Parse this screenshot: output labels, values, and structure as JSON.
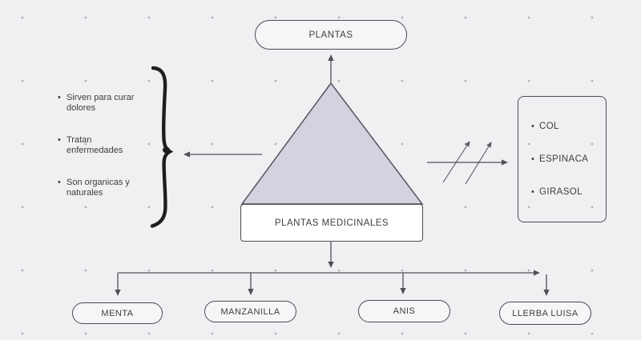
{
  "root_node": {
    "label": "PLANTAS"
  },
  "main_node": {
    "label": "PLANTAS MEDICINALES"
  },
  "left_notes": {
    "items": [
      "Sirven para curar dolores",
      "Tratan enfermedades",
      "Son organicas y naturales"
    ]
  },
  "right_list": {
    "items": [
      "COL",
      "ESPINACA",
      "GIRASOL"
    ]
  },
  "bottom_nodes": [
    {
      "label": "MENTA"
    },
    {
      "label": "MANZANILLA"
    },
    {
      "label": "ANIS"
    },
    {
      "label": "LLERBA LUISA"
    }
  ],
  "colors": {
    "background": "#eff0f2",
    "grid_dot": "#b3b3b8",
    "node_border": "#4c4c52",
    "node_fill": "#f6f6f8",
    "main_node_fill": "#ffffff",
    "triangle_fill": "#d5d2e0",
    "text": "#3e3e40",
    "arrow": "#4f4f55",
    "brace": "#1e1e1e"
  }
}
